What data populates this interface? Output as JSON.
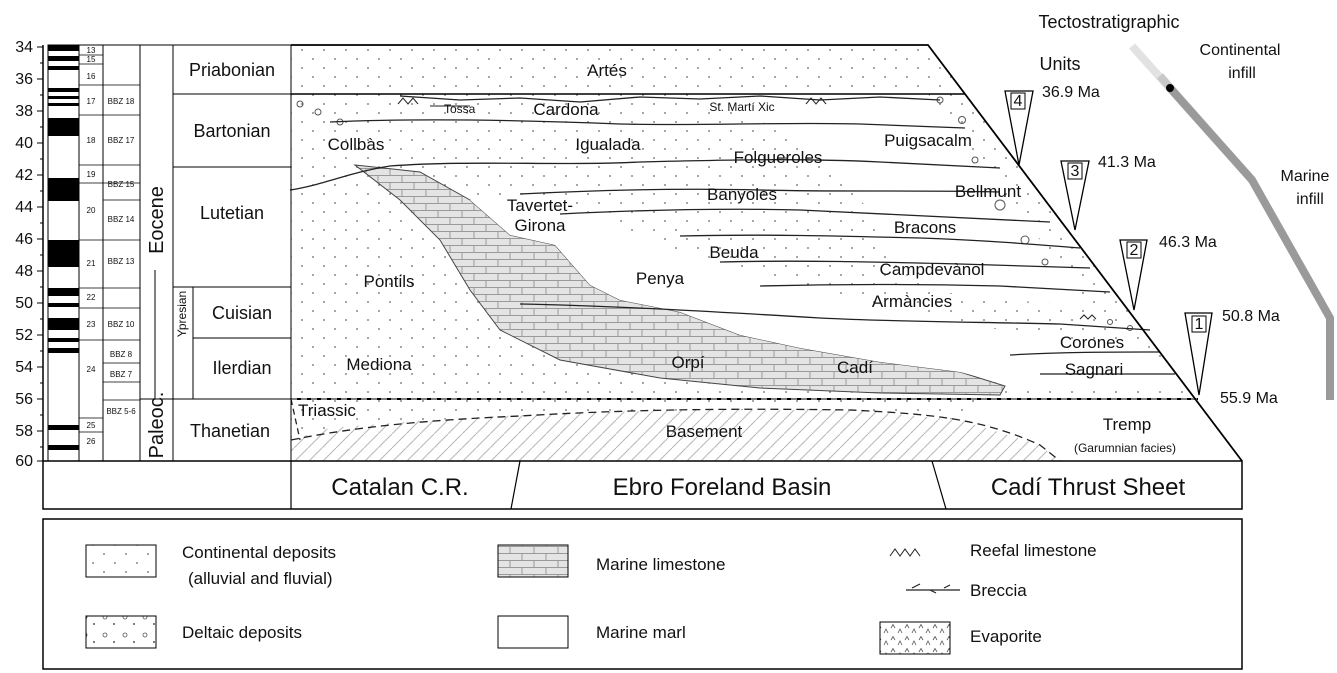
{
  "age_axis": {
    "ticks": [
      "34",
      "36",
      "38",
      "40",
      "42",
      "44",
      "46",
      "48",
      "50",
      "52",
      "54",
      "56",
      "58",
      "60"
    ]
  },
  "chrons": [
    "13",
    "15",
    "16",
    "17",
    "18",
    "19",
    "20",
    "21",
    "22",
    "23",
    "24",
    "25",
    "26"
  ],
  "magnetozones": [
    "BBZ 18",
    "BBZ 17",
    "BBZ 15",
    "BBZ 14",
    "BBZ 13",
    "BBZ 10",
    "BBZ 8",
    "BBZ 7",
    "BBZ 5-6"
  ],
  "epochs": {
    "eocene": "Eocene",
    "paleocene": "Paleoc.",
    "ypresian": "Ypresian"
  },
  "stages": [
    "Priabonian",
    "Bartonian",
    "Lutetian",
    "Cuisian",
    "Ilerdian",
    "Thanetian"
  ],
  "units": {
    "artes": "Artés",
    "tossa": "Tossa",
    "cardona": "Cardona",
    "st_marti_xic": "St. Martí Xic",
    "collbas": "Collbàs",
    "igualada": "Igualada",
    "puigsacalm": "Puigsacalm",
    "folgueroles": "Folgueroles",
    "banyoles": "Banyoles",
    "bellmunt": "Bellmunt",
    "tavertet_girona": [
      "Tavertet-",
      "Girona"
    ],
    "bracons": "Bracons",
    "beuda": "Beuda",
    "campdevanol": "Campdevànol",
    "pontils": "Pontils",
    "penya": "Penya",
    "armancies": "Armàncies",
    "corones": "Corones",
    "mediona": "Mediona",
    "orpi": "Orpí",
    "cadi": "Cadí",
    "sagnari": "Sagnari",
    "triassic": "Triassic",
    "basement": "Basement",
    "tremp": "Tremp",
    "garumnian": "(Garumnian facies)"
  },
  "regions": [
    "Catalan C.R.",
    "Ebro Foreland Basin",
    "Cadí Thrust Sheet"
  ],
  "tectonics": {
    "title_line1": "Tectostratigraphic",
    "title_line2": "Units",
    "units": [
      "4",
      "3",
      "2",
      "1"
    ],
    "ages": [
      "36.9 Ma",
      "41.3 Ma",
      "46.3 Ma",
      "50.8 Ma",
      "55.9 Ma"
    ],
    "continental_line1": "Continental",
    "continental_line2": "infill",
    "marine_line1": "Marine",
    "marine_line2": "infill"
  },
  "legend": {
    "continental_line1": "Continental deposits",
    "continental_line2": "(alluvial and fluvial)",
    "deltaic": "Deltaic deposits",
    "marine_limestone": "Marine limestone",
    "marine_marl": "Marine marl",
    "reefal_limestone": "Reefal limestone",
    "breccia": "Breccia",
    "evaporite": "Evaporite"
  }
}
